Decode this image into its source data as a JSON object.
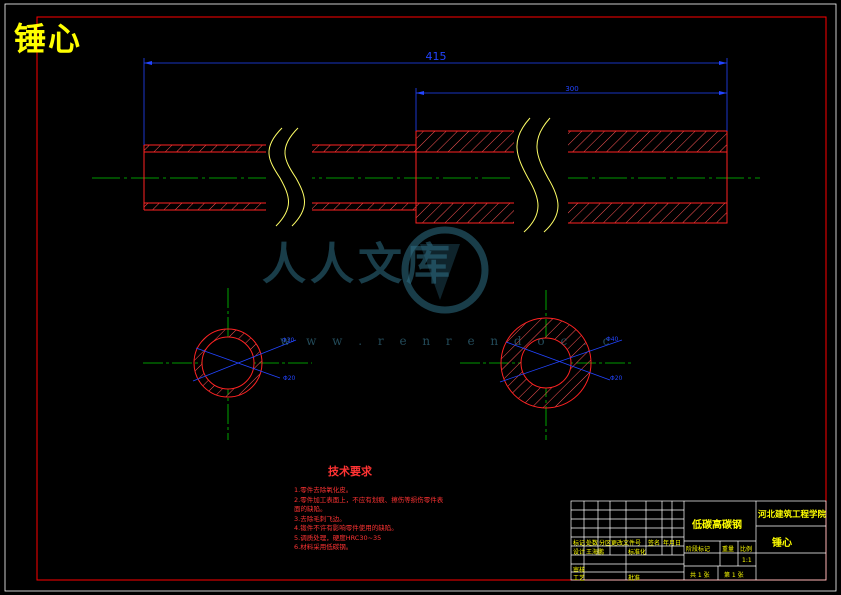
{
  "drawing": {
    "title_label": "锤心",
    "watermark_text": "人人文库",
    "watermark_url": "w w w . r e n r e n d o c . c"
  },
  "dimensions": {
    "overall_length": "415",
    "right_segment_length": "300",
    "left_section_outer_dia": "Φ30",
    "left_section_inner_dia": "Φ20",
    "right_section_outer_dia": "Φ40",
    "right_section_inner_dia": "Φ20"
  },
  "technical_requirements": {
    "heading": "技术要求",
    "items": [
      "1.零件去除氧化皮。",
      "2.零件加工表面上，不应有划痕、擦伤等损伤零件表面的缺陷。",
      "3.去除毛刺飞边。",
      "4.锻件不许有影响零件使用的缺陷。",
      "5.调质处理，硬度HRC30~35",
      "6.材料采用低碳钢。"
    ]
  },
  "title_block": {
    "material": "低碳高碳钢",
    "school": "河北建筑工程学院",
    "part_name": "锤心",
    "scale": "1:1",
    "row_labels": [
      "标记",
      "处数",
      "分区",
      "更改文件号",
      "签名",
      "年月日"
    ],
    "designer_label": "设计",
    "designer_name": "王海鹏",
    "standardization_label": "标准化",
    "stage_mark_label": "阶段标记",
    "weight_label": "重量",
    "ratio_label": "比例",
    "reviewer_label": "审核",
    "process_label": "工艺",
    "approve_label": "批准",
    "sheets_total": "共 1 张",
    "sheet_no": "第 1 张"
  },
  "colors": {
    "frame": "#ff0000",
    "centerline": "#00cc00",
    "outline": "#ff2222",
    "dimension": "#2244ff",
    "break_line": "#ffff66",
    "text_yellow": "#ffff00"
  }
}
